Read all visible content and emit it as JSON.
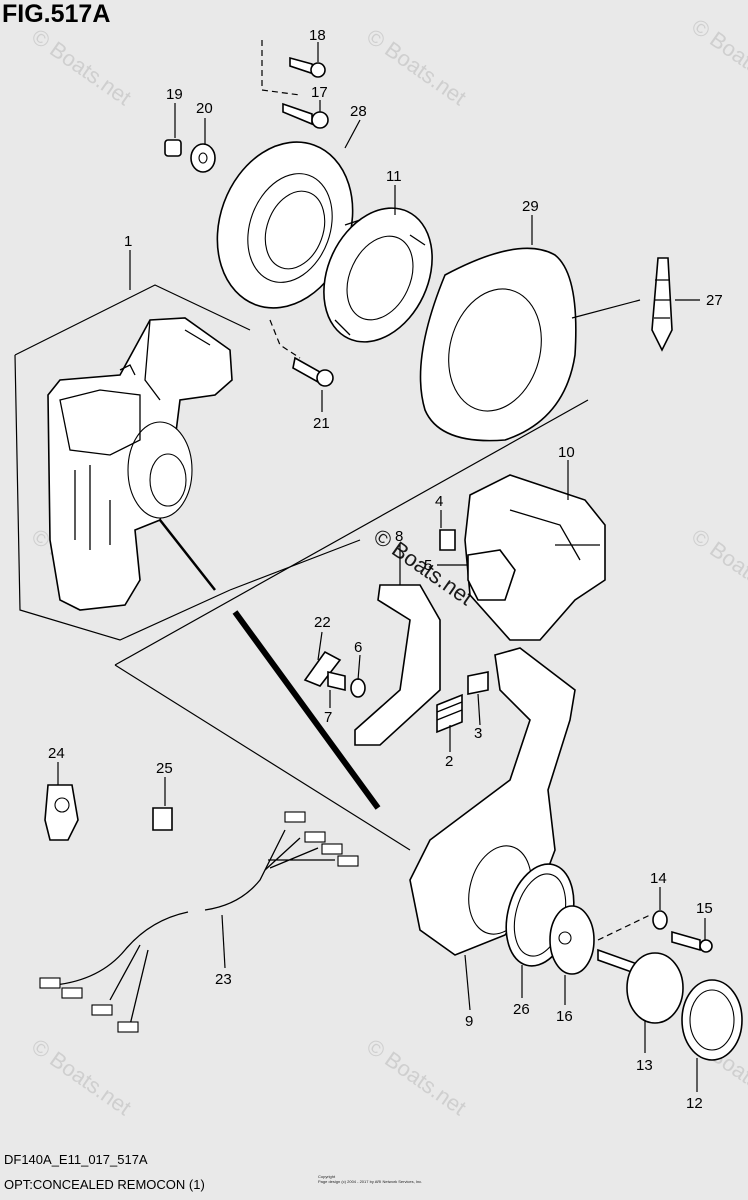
{
  "figure": {
    "title": "FIG.517A",
    "code": "DF140A_E11_017_517A",
    "caption": "OPT:CONCEALED REMOCON (1)",
    "copyright_line1": "Copyright",
    "copyright_line2": "Page design (c) 2004 - 2017 by ARI Network Services, Inc.",
    "watermark_text": "© Boats.net"
  },
  "callouts": [
    {
      "label": "1"
    },
    {
      "label": "2"
    },
    {
      "label": "3"
    },
    {
      "label": "4"
    },
    {
      "label": "5"
    },
    {
      "label": "6"
    },
    {
      "label": "7"
    },
    {
      "label": "8"
    },
    {
      "label": "9"
    },
    {
      "label": "10"
    },
    {
      "label": "11"
    },
    {
      "label": "12"
    },
    {
      "label": "13"
    },
    {
      "label": "14"
    },
    {
      "label": "15"
    },
    {
      "label": "16"
    },
    {
      "label": "17"
    },
    {
      "label": "18"
    },
    {
      "label": "19"
    },
    {
      "label": "20"
    },
    {
      "label": "21"
    },
    {
      "label": "22"
    },
    {
      "label": "23"
    },
    {
      "label": "24"
    },
    {
      "label": "25"
    },
    {
      "label": "26"
    },
    {
      "label": "27"
    },
    {
      "label": "28"
    },
    {
      "label": "29"
    }
  ]
}
